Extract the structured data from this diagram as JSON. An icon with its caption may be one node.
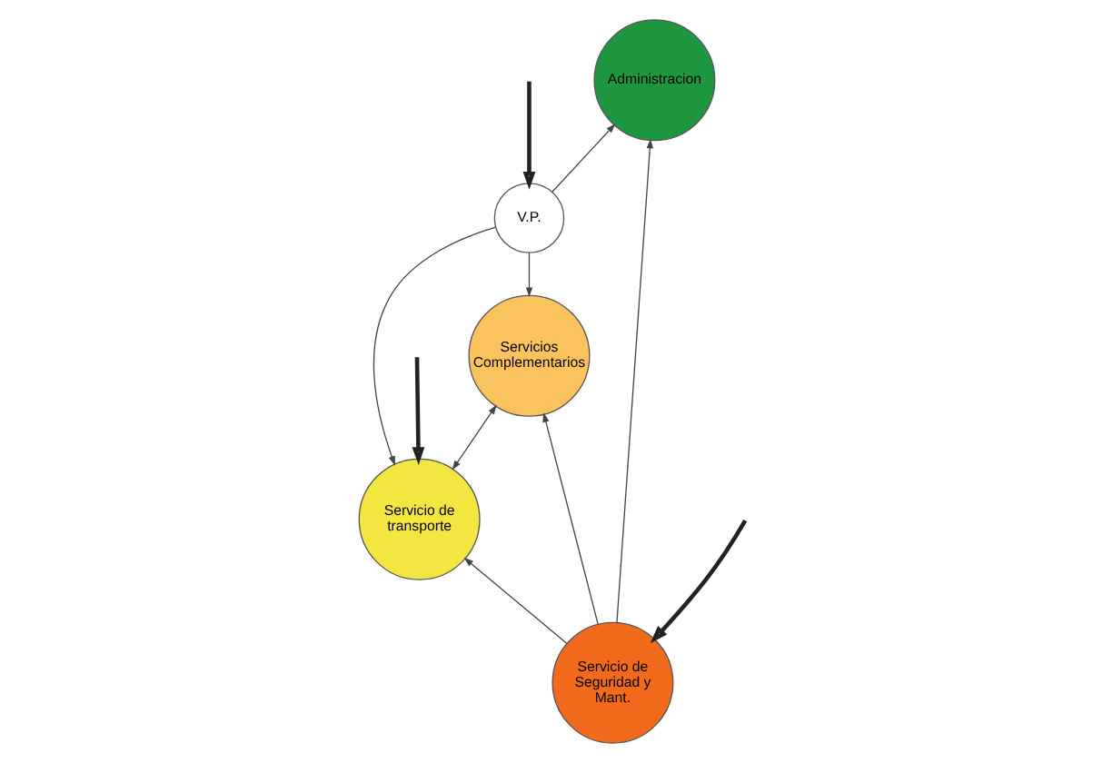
{
  "diagram": {
    "nodes": [
      {
        "text": [
          "Administracion"
        ]
      },
      {
        "text": [
          "V.P."
        ]
      },
      {
        "text": [
          "Servicios Complementarios"
        ]
      },
      {
        "text": [
          "Servicio de transporte"
        ]
      },
      {
        "text": [
          "Servicio de Seguridad y Mant."
        ]
      }
    ],
    "edges": [
      {
        "from": 1,
        "to": 0,
        "arrow": "to"
      },
      {
        "from": 1,
        "to": 2,
        "arrow": "to"
      },
      {
        "from": 1,
        "to": 3,
        "arrow": "to"
      },
      {
        "from": 2,
        "to": 3,
        "arrow": "both"
      },
      {
        "from": 4,
        "to": 0,
        "arrow": "to"
      },
      {
        "from": 4,
        "to": 2,
        "arrow": "to"
      },
      {
        "from": 4,
        "to": 3,
        "arrow": "to"
      },
      {
        "from": null,
        "to": 1,
        "arrow": "to",
        "style": "thick"
      },
      {
        "from": null,
        "to": 4,
        "arrow": "to",
        "style": "thick"
      },
      {
        "from": null,
        "to": 3,
        "arrow": "to",
        "style": "thick"
      }
    ]
  }
}
